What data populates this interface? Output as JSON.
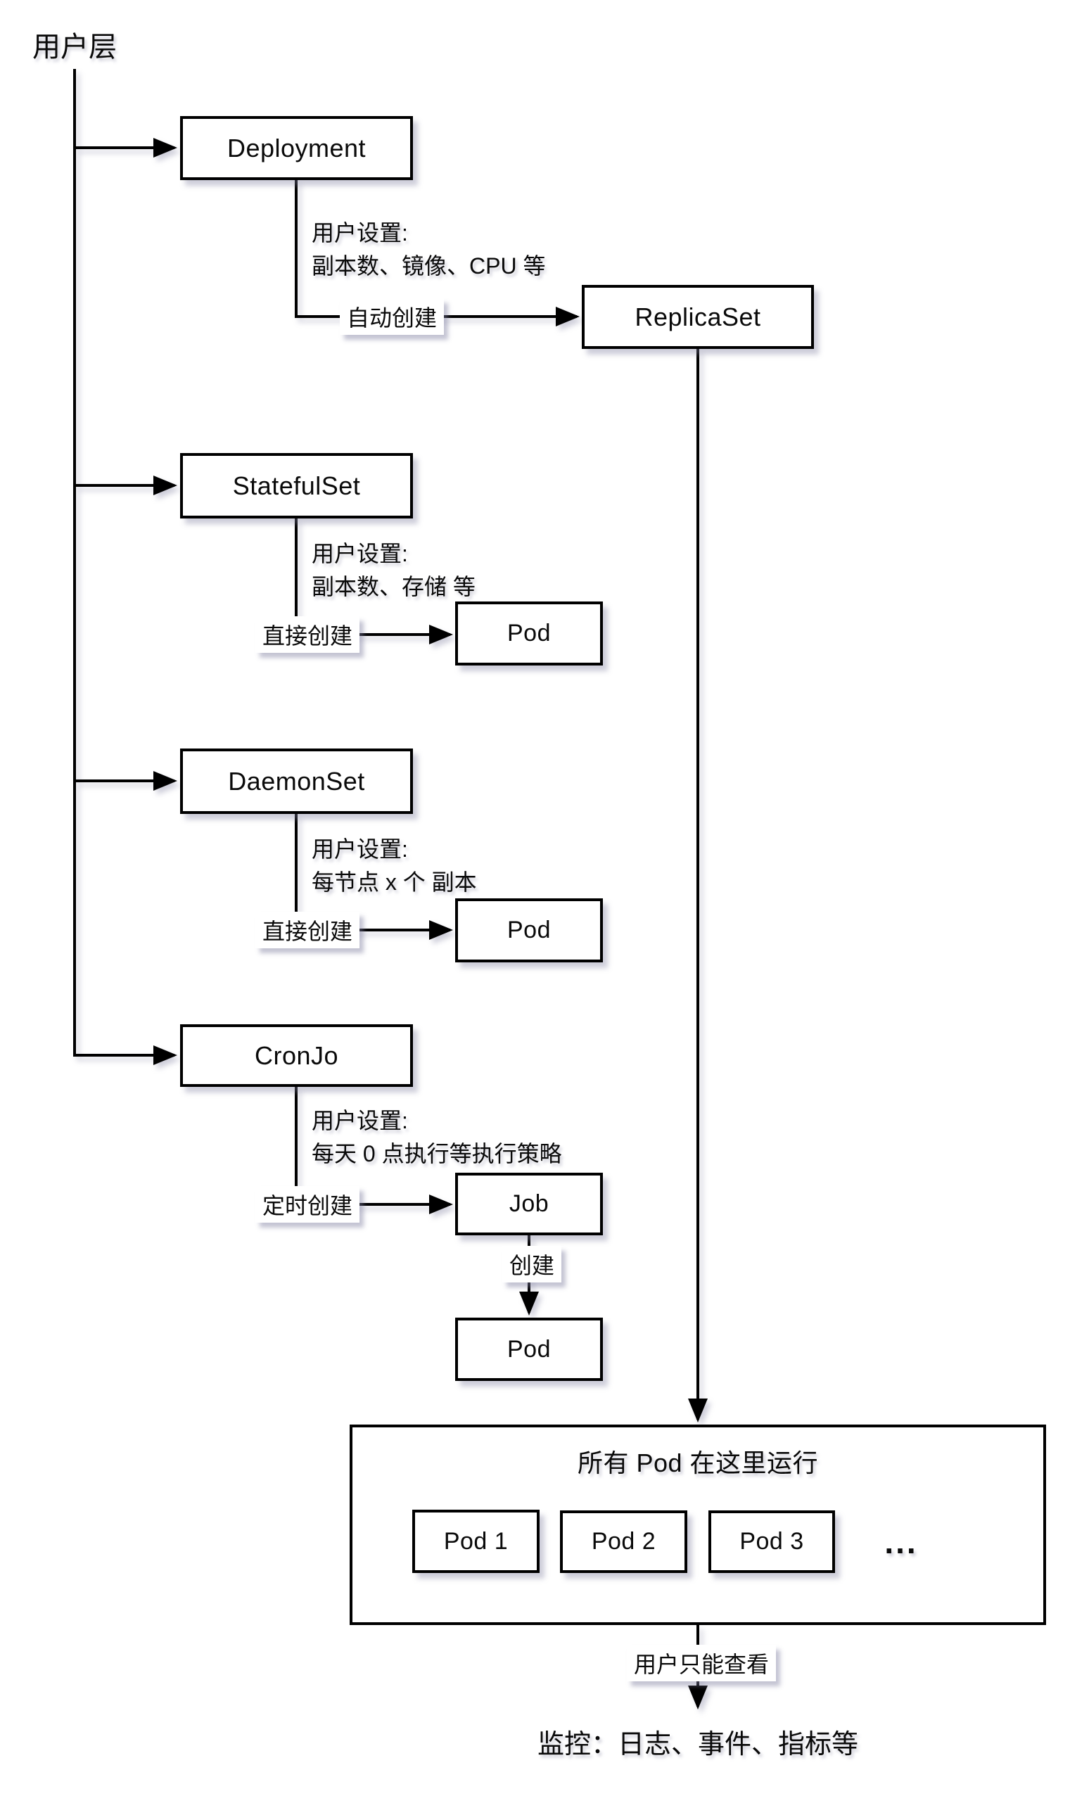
{
  "user_layer": "用户层",
  "nodes": {
    "deployment": "Deployment",
    "replicaset": "ReplicaSet",
    "statefulset": "StatefulSet",
    "daemonset": "DaemonSet",
    "cronjob": "CronJo",
    "job": "Job",
    "pod_statefulset": "Pod",
    "pod_daemonset": "Pod",
    "pod_job": "Pod"
  },
  "annotations": {
    "deployment": [
      "用户设置:",
      "副本数、镜像、CPU 等"
    ],
    "statefulset": [
      "用户设置:",
      "副本数、存储 等"
    ],
    "daemonset": [
      "用户设置:",
      "每节点 x 个 副本"
    ],
    "cronjob": [
      "用户设置:",
      "每天 0 点执行等执行策略"
    ]
  },
  "edge_labels": {
    "auto_create": "自动创建",
    "direct_create_statefulset": "直接创建",
    "direct_create_daemonset": "直接创建",
    "timed_create": "定时创建",
    "create": "创建",
    "view_only": "用户只能查看"
  },
  "cluster": {
    "title": "所有 Pod 在这里运行",
    "pods": [
      "Pod 1",
      "Pod 2",
      "Pod 3"
    ],
    "ellipsis": "..."
  },
  "monitoring": "监控：日志、事件、指标等",
  "colors": {
    "line": "#000000",
    "background": "#ffffff"
  }
}
